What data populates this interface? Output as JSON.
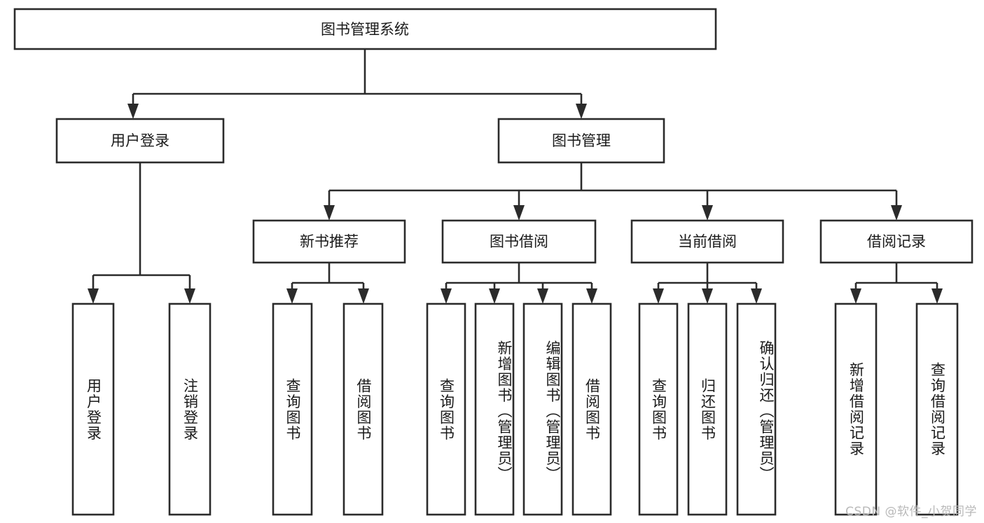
{
  "diagram": {
    "title": "图书管理系统",
    "type": "tree-hierarchy-diagram",
    "orientation": "top-down",
    "colors": {
      "box_stroke": "#2b2b2b",
      "box_fill": "#ffffff",
      "connector": "#2b2b2b",
      "text": "#1a1a1a",
      "background": "#ffffff",
      "watermark": "#b9b9b9"
    },
    "root": {
      "label": "图书管理系统"
    },
    "level1": [
      {
        "label": "用户登录"
      },
      {
        "label": "图书管理"
      }
    ],
    "level2": [
      {
        "label": "新书推荐"
      },
      {
        "label": "图书借阅"
      },
      {
        "label": "当前借阅"
      },
      {
        "label": "借阅记录"
      }
    ],
    "leaves": {
      "user_login": [
        {
          "label": "用户登录"
        },
        {
          "label": "注销登录"
        }
      ],
      "new_book_recommend": [
        {
          "label": "查询图书"
        },
        {
          "label": "借阅图书"
        }
      ],
      "book_borrow": [
        {
          "label": "查询图书"
        },
        {
          "label": "新增图书（管理员）"
        },
        {
          "label": "编辑图书（管理员）"
        },
        {
          "label": "借阅图书"
        }
      ],
      "current_borrow": [
        {
          "label": "查询图书"
        },
        {
          "label": "归还图书"
        },
        {
          "label": "确认归还（管理员）"
        }
      ],
      "borrow_record": [
        {
          "label": "新增借阅记录"
        },
        {
          "label": "查询借阅记录"
        }
      ]
    },
    "watermark": "CSDN @软件_小贺同学"
  }
}
